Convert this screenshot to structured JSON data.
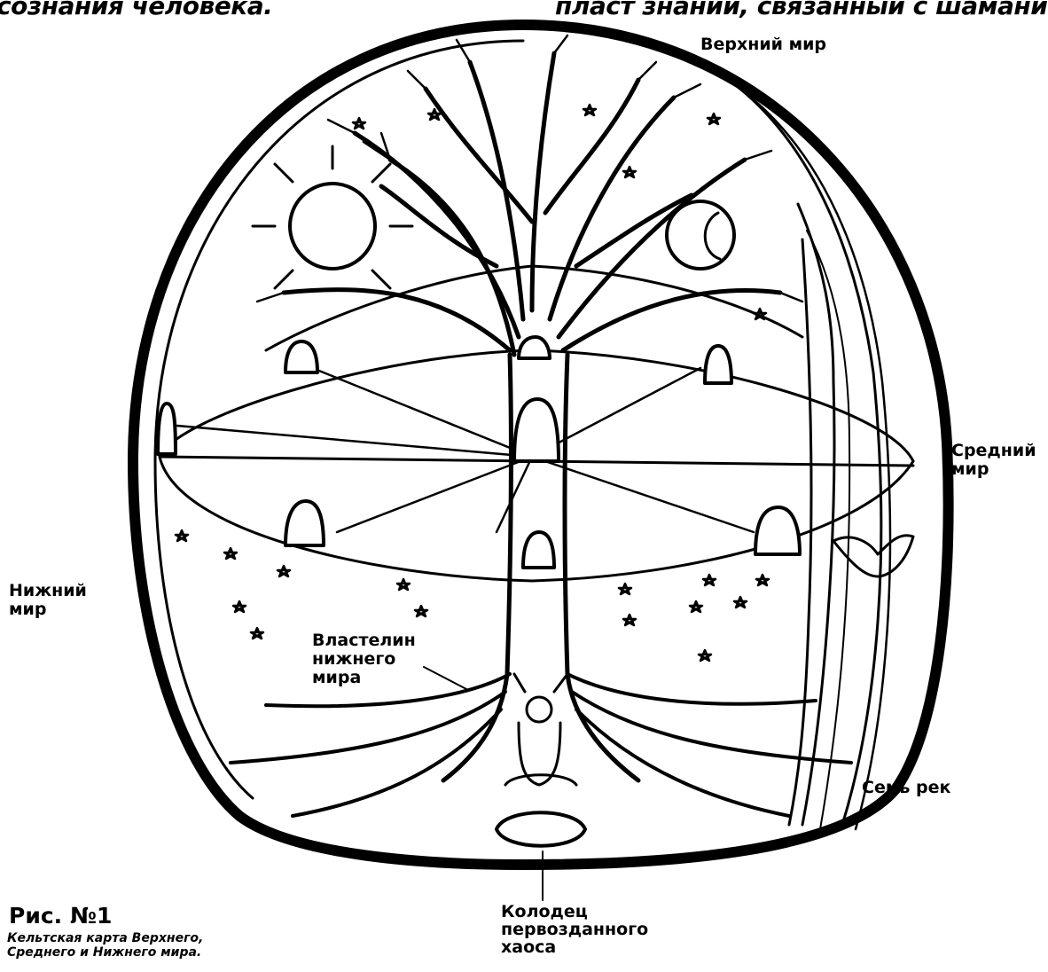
{
  "header_fragments": {
    "left": "сознания человека.",
    "right": "пласт знаний, связанный с шамани"
  },
  "labels": {
    "upper_world": "Верхний мир",
    "middle_world": [
      "Средний",
      "мир"
    ],
    "lower_world": [
      "Нижний",
      "мир"
    ],
    "lord_of_lower_world": [
      "Властелин",
      "нижнего",
      "мира"
    ],
    "seven_rivers": "Семь рек",
    "well_of_chaos": [
      "Колодец",
      "первозданного",
      "хаоса"
    ]
  },
  "caption": {
    "title": "Рис. №1",
    "text": [
      "Кельтская карта Верхнего,",
      "Среднего и Нижнего мира."
    ]
  },
  "colors": {
    "ink": "#000000",
    "paper": "#ffffff"
  },
  "illustration": "celtic-world-tree"
}
